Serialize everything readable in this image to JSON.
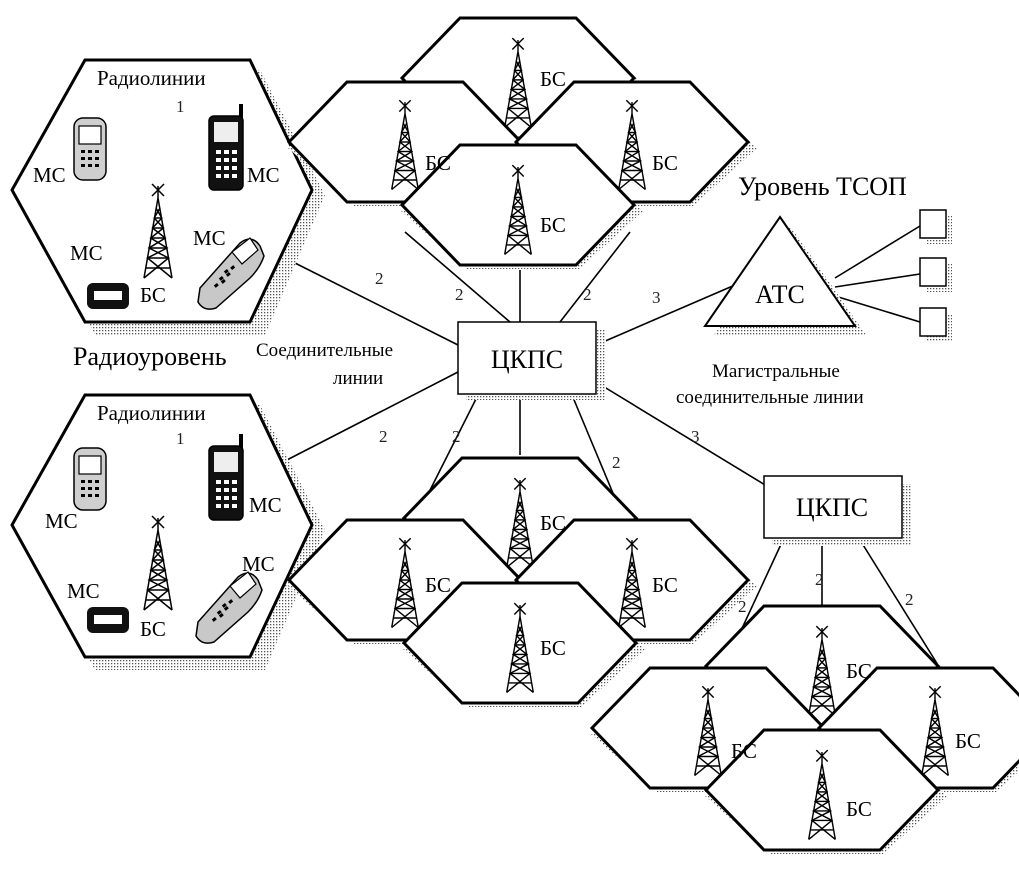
{
  "diagram": {
    "psn_level_label": "Уровень ТСОП",
    "radio_level_label": "Радиоуровень",
    "connecting_lines_label_1": "Соединительные",
    "connecting_lines_label_2": "линии",
    "trunk_lines_label_1": "Магистральные",
    "trunk_lines_label_2": "соединительные линии",
    "ats_label": "АТС",
    "msc_label": "ЦКПС",
    "bs_label": "БС",
    "ms_label": "МС",
    "radio_links_label": "Радиолинии",
    "link_numbers": {
      "radio": "1",
      "bs_msc": "2",
      "msc_ats": "3"
    }
  }
}
